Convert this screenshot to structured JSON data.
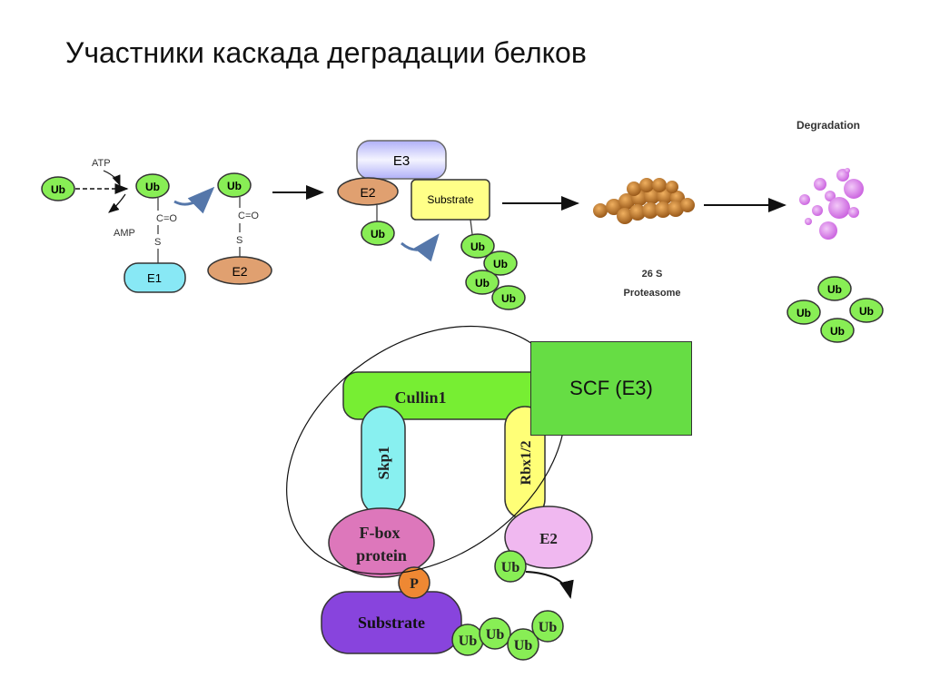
{
  "title": "Участники каскада деградации белков",
  "labels": {
    "ub": "Ub",
    "atp": "ATP",
    "amp": "AMP",
    "co": "C=O",
    "s": "S",
    "e1": "E1",
    "e2": "E2",
    "e3": "E3",
    "substrate": "Substrate",
    "degradation": "Degradation",
    "proteasome_top": "26 S",
    "proteasome_bottom": "Proteasome",
    "scf_box": "SCF (E3)",
    "cullin": "Cullin1",
    "skp1": "Skp1",
    "rbx": "Rbx1/2",
    "fbox_line1": "F-box",
    "fbox_line2": "protein",
    "p": "P",
    "e2_bottom": "E2",
    "substrate_bottom": "Substrate"
  },
  "colors": {
    "ub_fill": "#88ee55",
    "e1_fill": "#88e8f5",
    "e2_fill": "#e0a070",
    "e3_fill": "#c8c8f8",
    "substrate_fill": "#ffff88",
    "cullin_fill": "#77ee33",
    "skp1_fill": "#88f0f0",
    "rbx_fill": "#ffff77",
    "fbox_fill": "#dd77bb",
    "e2_bottom_fill": "#f0b8f0",
    "substrate_bottom_fill": "#8844dd",
    "p_fill": "#ee8833",
    "scf_fill": "#66dd44",
    "proteasome_fill": "#cc8833",
    "degradation_fill": "#dd88ee"
  }
}
